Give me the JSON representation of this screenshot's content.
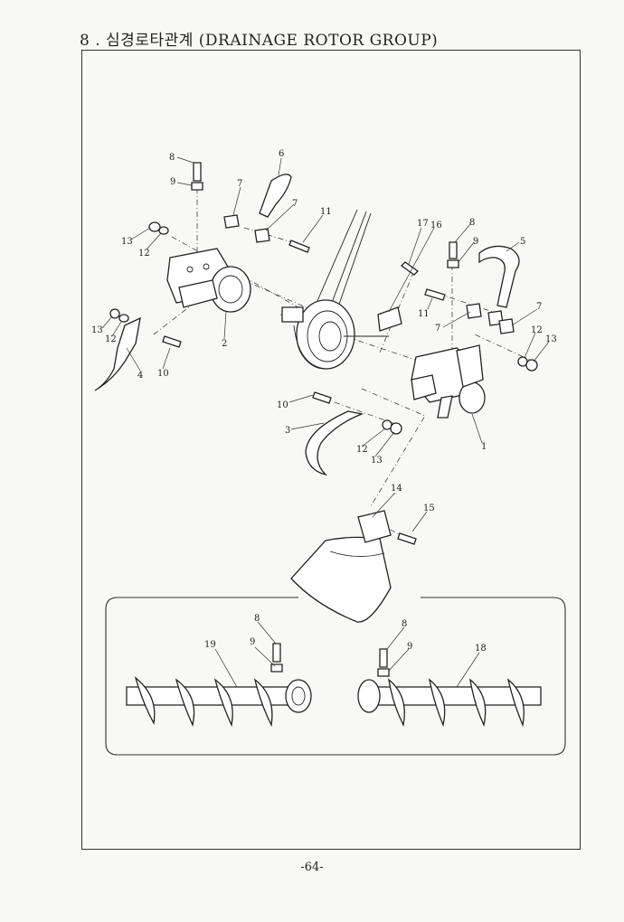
{
  "page": {
    "title": "8 . 심경로타관계 (DRAINAGE ROTOR GROUP)",
    "page_number": "-64-"
  },
  "callouts": {
    "c1": "1",
    "c2": "2",
    "c3": "3",
    "c4": "4",
    "c5": "5",
    "c6": "6",
    "c7a": "7",
    "c7b": "7",
    "c7c": "7",
    "c7d": "7",
    "c8a": "8",
    "c8b": "8",
    "c8c": "8",
    "c8d": "8",
    "c9a": "9",
    "c9b": "9",
    "c9c": "9",
    "c9d": "9",
    "c10a": "10",
    "c10b": "10",
    "c11a": "11",
    "c11b": "11",
    "c12a": "12",
    "c12b": "12",
    "c12c": "12",
    "c12d": "12",
    "c13a": "13",
    "c13b": "13",
    "c13c": "13",
    "c13d": "13",
    "c14": "14",
    "c15": "15",
    "c16": "16",
    "c17": "17",
    "c18": "18",
    "c19": "19"
  }
}
